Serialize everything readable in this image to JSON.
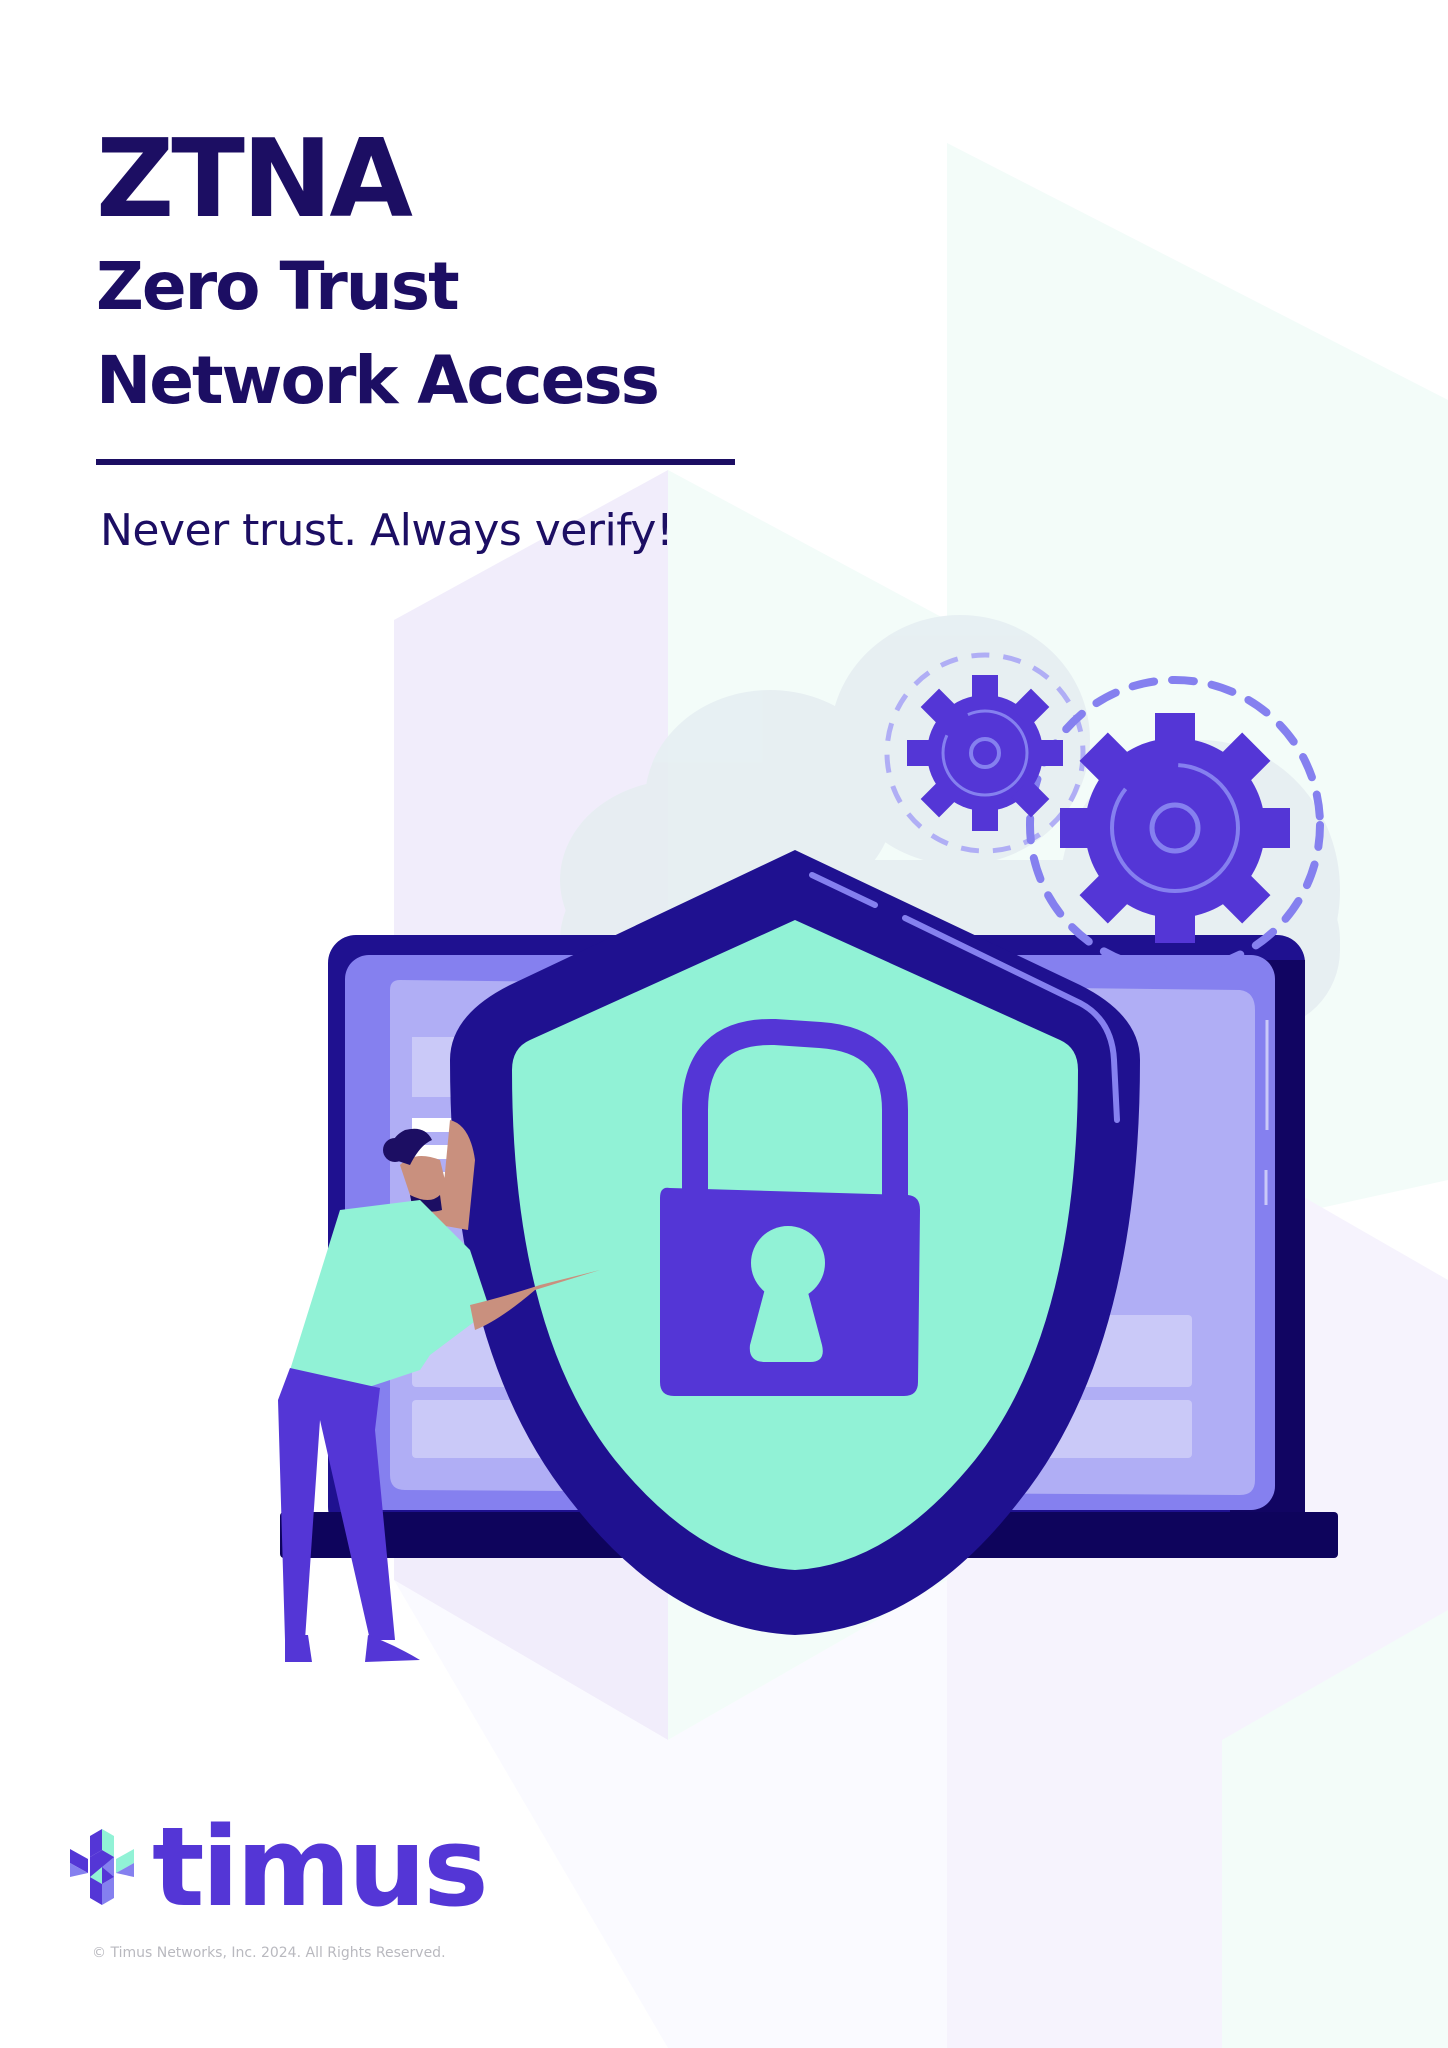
{
  "cover": {
    "title": "ZTNA",
    "subtitle_line1": "Zero Trust",
    "subtitle_line2": "Network Access",
    "tagline": "Never trust. Always verify!"
  },
  "illustration": {
    "description": "Person holding a security shield with padlock in front of a laptop, gears and cloud in background",
    "elements": [
      "laptop",
      "shield",
      "padlock",
      "gears",
      "cloud",
      "person"
    ]
  },
  "brand": {
    "name": "timus",
    "copyright": "© Timus Networks, Inc. 2024. All Rights Reserved."
  },
  "colors": {
    "navy": "#1c0e63",
    "brand_purple": "#5436d6",
    "shield_dark": "#1f1190",
    "mint": "#91f2d6",
    "laptop_light": "#b0aef5",
    "laptop_mid": "#8580ef",
    "bg_lavender": "#f1edfb",
    "bg_mint": "#f3fcf9"
  }
}
